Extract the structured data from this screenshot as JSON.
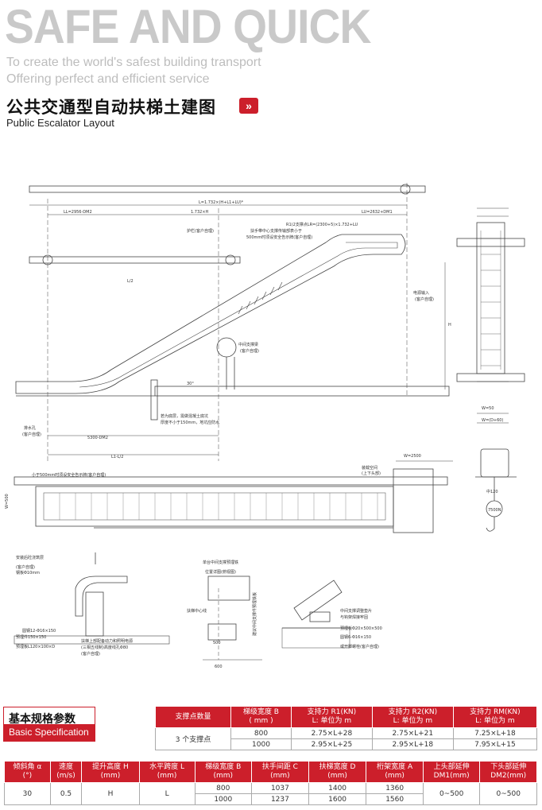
{
  "hero": {
    "title": "SAFE AND QUICK",
    "tagline1": "To create the world's safest building transport",
    "tagline2": "Offering perfect and efficient service"
  },
  "section": {
    "title_cn": "公共交通型自动扶梯土建图",
    "arrow": "»",
    "title_en": "Public Escalator Layout"
  },
  "drawing": {
    "labels": {
      "l_total": "L=1.732×(H+L1+LU)*",
      "ll": "LL=2956-DM2",
      "h1732": "1.732×H",
      "lu": "LU=2632+DM1",
      "r1": "R1(2支撑点LR=(2300+5)×1.732+LU",
      "support": "扶手带中心支撑传输部表小于",
      "safe1": "500mm时须设安全告示牌(客户自理)",
      "guard": "护栏(客户自理)",
      "l2": "L/2",
      "h_label": "H",
      "angle": "30°",
      "power": "电源输入",
      "client": "(客户自理)",
      "mid": "中间支撑梁",
      "mid2": "(客户自理)",
      "pit": "若为底层，需做混凝土底坑",
      "pit2": "厚度不小于150mm，地坑应防水",
      "drain": "排水孔",
      "drain2": "(客户自理)",
      "dim5300": "5300-DM2",
      "l1l2": "L1-L/2",
      "w50": "W=50",
      "wd60": "W=(D+60)",
      "w2500": "W=2500",
      "space": "装载空间",
      "space2": "(上下头部)",
      "side_safe": "小于500mm时须设安全告示牌(客户自理)",
      "w500": "W=500",
      "hook": "中120",
      "load": "7500N",
      "d1": "安装后砼浇筑层",
      "d2": "(客户自理)",
      "d3": "钢板Φ10mm",
      "d4": "预埋件150×150",
      "d5": "扶梯上部配备动力和照明电源",
      "d6": "(三相五线制)高度线孔Φ80",
      "d7": "(客户自理)",
      "d8": "圆钢12-Φ16×150",
      "d9": "预埋板L120×100×D",
      "m1": "单台中间支撑预埋铁",
      "m2": "位置详图(俯视图)",
      "m3": "扶梯中心线",
      "m4": "建议中间支撑件预埋铁板",
      "b1": "中间支撑调整垫片",
      "b2": "与钩架焊接牢固",
      "b3": "预埋板Φ20×500×500",
      "b4": "圆钢6-Φ16×150",
      "b5": "或开脚螺栓(客户自理)",
      "dim600": "600",
      "dim500": "500"
    }
  },
  "spec": {
    "title_cn": "基本规格参数",
    "title_en": "Basic Specification"
  },
  "table_support": {
    "headers": [
      {
        "l1": "支撑点数量",
        "l2": ""
      },
      {
        "l1": "梯级宽度 B",
        "l2": "( mm )"
      },
      {
        "l1": "支持力 R1(KN)",
        "l2": "L: 单位为 m"
      },
      {
        "l1": "支持力 R2(KN)",
        "l2": "L: 单位为 m"
      },
      {
        "l1": "支持力 RM(KN)",
        "l2": "L: 单位为 m"
      }
    ],
    "row_label": "3 个支撑点",
    "rows": [
      [
        "800",
        "2.75×L+28",
        "2.75×L+21",
        "7.25×L+18"
      ],
      [
        "1000",
        "2.95×L+25",
        "2.95×L+18",
        "7.95×L+15"
      ]
    ]
  },
  "table_main": {
    "headers": [
      {
        "l1": "倾斜角 α",
        "l2": "(°)"
      },
      {
        "l1": "速度",
        "l2": "(m/s)"
      },
      {
        "l1": "提升高度 H",
        "l2": "(mm)"
      },
      {
        "l1": "水平跨度 L",
        "l2": "(mm)"
      },
      {
        "l1": "梯级宽度 B",
        "l2": "(mm)"
      },
      {
        "l1": "扶手间距 C",
        "l2": "(mm)"
      },
      {
        "l1": "扶梯宽度 D",
        "l2": "(mm)"
      },
      {
        "l1": "桁架宽度 A",
        "l2": "(mm)"
      },
      {
        "l1": "上头部延伸",
        "l2": "DM1(mm)"
      },
      {
        "l1": "下头部延伸",
        "l2": "DM2(mm)"
      }
    ],
    "angle": "30",
    "speed": "0.5",
    "rise": "H",
    "span": "L",
    "rows": [
      [
        "800",
        "1037",
        "1400",
        "1360"
      ],
      [
        "1000",
        "1237",
        "1600",
        "1560"
      ]
    ],
    "dm1": "0~500",
    "dm2": "0~500"
  }
}
